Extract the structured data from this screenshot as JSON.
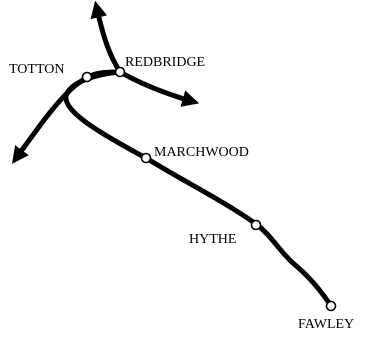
{
  "diagram": {
    "colors": {
      "line": "#000000",
      "station_fill": "#ffffff",
      "station_stroke": "#000000",
      "label": "#000000",
      "background": "#ffffff"
    },
    "stations": {
      "totton": "TOTTON",
      "redbridge": "REDBRIDGE",
      "marchwood": "MARCHWOOD",
      "hythe": "HYTHE",
      "fawley": "FAWLEY"
    },
    "arrows": {
      "north": "arrow-north-icon",
      "east": "arrow-east-icon",
      "southwest": "arrow-southwest-icon"
    }
  }
}
